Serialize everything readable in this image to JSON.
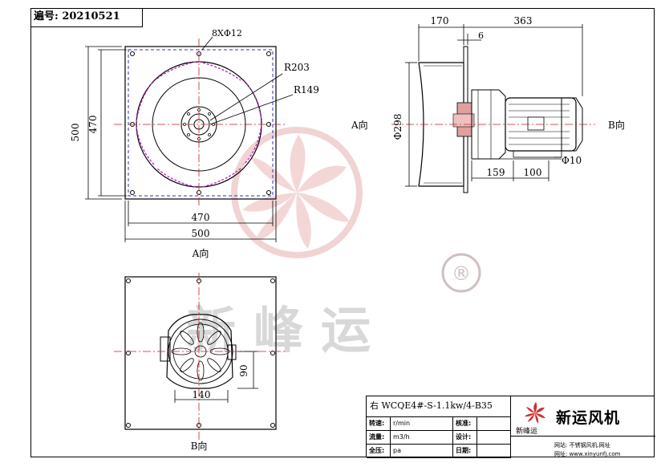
{
  "drawing_code": "遍号: 20210521",
  "watermark": {
    "company": "新峰运",
    "registered": "®"
  },
  "top_view": {
    "bolt_note": "8XΦ12",
    "radius_outer": "R203",
    "radius_inner": "R149",
    "dim_height_outer": "500",
    "dim_height_inner": "470",
    "dim_width_inner": "470",
    "dim_width_outer": "500",
    "view_label": "A向"
  },
  "side_view": {
    "dim_left": "170",
    "dim_right": "363",
    "dim_plate": "6",
    "dim_diameter": "Φ298",
    "dim_159": "159",
    "dim_100": "100",
    "dim_phi10": "Φ10",
    "arrow_a": "A向",
    "arrow_b": "B向"
  },
  "bottom_view": {
    "dim_90": "90",
    "dim_140": "140",
    "view_label": "B向"
  },
  "title_block": {
    "model": "右 WCQE4#-S-1.1kw/4-B35",
    "rows": [
      {
        "label": "转速:",
        "value": "r/min",
        "label2": "核准:"
      },
      {
        "label": "流量:",
        "value": "m3/h",
        "label2": "设计:"
      },
      {
        "label": "全压:",
        "value": "pa",
        "label2": "日期:"
      }
    ],
    "brand": "新运风机",
    "logo_text": "新峰运",
    "contact_line1": "网站: 不锈钢风机.网址",
    "contact_line2": "网址: www.xinyunfj.com",
    "accent_color": "#e0a0a0",
    "logo_color": "#d03030"
  }
}
